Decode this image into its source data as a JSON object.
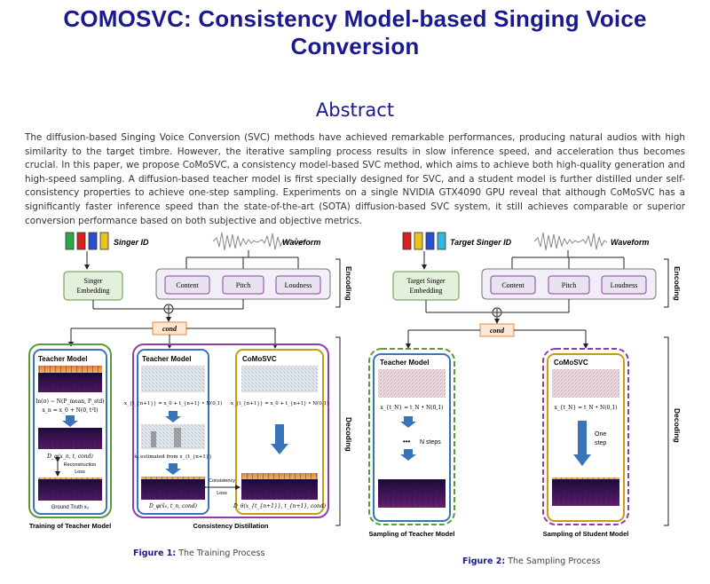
{
  "title": "COMOSVC: Consistency Model-based Singing Voice Conversion",
  "abstract": {
    "heading": "Abstract",
    "text": "The diffusion-based Singing Voice Conversion (SVC) methods have achieved remarkable performances, producing natural audios with high similarity to the target timbre. However, the iterative sampling process results in slow inference speed, and acceleration thus becomes crucial. In this paper, we propose CoMoSVC, a consistency model-based SVC method, which aims to achieve both high-quality generation and high-speed sampling. A diffusion-based teacher model is first specially designed for SVC, and a student model is further distilled under self-consistency properties to achieve one-step sampling. Experiments on a single NVIDIA GTX4090 GPU reveal that although CoMoSVC has a significantly faster inference speed than the state-of-the-art (SOTA) diffusion-based SVC system, it still achieves comparable or superior conversion performance based on both subjective and objective metrics."
  },
  "figure1": {
    "singer_id": "Singer ID",
    "waveform": "Waveform",
    "singer_embedding_1": "Singer",
    "singer_embedding_2": "Embedding",
    "content": "Content",
    "pitch": "Pitch",
    "loudness": "Loudness",
    "encoding": "Encoding",
    "decoding": "Decoding",
    "cond": "cond",
    "teacher_model": "Teacher Model",
    "teacher_model_2": "Teacher Model",
    "comosvc": "CoMoSVC",
    "eq_ln": "ln(σ) ~ N(P_mean, P_std)",
    "eq_xn": "x_n = x_0 + N(0, t²I)",
    "eq_d": "D_φ(x_n, t, cond)",
    "recon_1": "Reconstruction",
    "recon_2": "Loss",
    "ground_truth": "Ground Truth x₀",
    "eq_tn1": "x_{t_{n+1}} = x_0 + t_{n+1} • N(0,1)",
    "eq_tn1_b": "x_{t_{n+1}} = x_0 + t_{n+1} • N(0,1)",
    "estimated": "x̂₀ estimated from x_{t_{n+1}}",
    "eq_dphi": "D_φ(x̂₀, t_n, cond)",
    "eq_dtheta": "D_θ(x_{t_{n+1}}, t_{n+1}, cond)",
    "consistency_1": "Consistency",
    "consistency_2": "Loss",
    "label_training": "Training of Teacher Model",
    "label_distill": "Consistency Distillation",
    "caption_prefix": "Figure 1:",
    "caption_text": "The Training Process"
  },
  "figure2": {
    "target_singer_id": "Target Singer ID",
    "waveform": "Waveform",
    "target_embedding_1": "Target Singer",
    "target_embedding_2": "Embedding",
    "content": "Content",
    "pitch": "Pitch",
    "loudness": "Loudness",
    "encoding": "Encoding",
    "decoding": "Decoding",
    "cond": "cond",
    "teacher_model": "Teacher Model",
    "comosvc": "CoMoSVC",
    "eq_teacher": "x_{t_N} = t_N • N(0,1)",
    "eq_student": "x_{t_N} = t_N • N(0,1)",
    "n_steps": "N steps",
    "one_step_1": "One",
    "one_step_2": "step",
    "label_teacher": "Sampling of Teacher Model",
    "label_student": "Sampling of Student Model",
    "caption_prefix": "Figure 2:",
    "caption_text": "The Sampling Process"
  },
  "colors": {
    "title": "#1a1a8e",
    "green": "#5a9a3c",
    "blue": "#3a74b8",
    "purple": "#8e3ea6",
    "gold": "#c99a12",
    "cond_fill": "#fde6d2",
    "embed_fill": "#e4f0dc",
    "enc_fill": "#e9e2f1"
  },
  "singer_id_colors": [
    "#2aa84a",
    "#d82020",
    "#2a4fd0",
    "#e8c21e"
  ],
  "target_singer_id_colors": [
    "#d82020",
    "#e8c21e",
    "#2a4fd0",
    "#30b8e0"
  ]
}
